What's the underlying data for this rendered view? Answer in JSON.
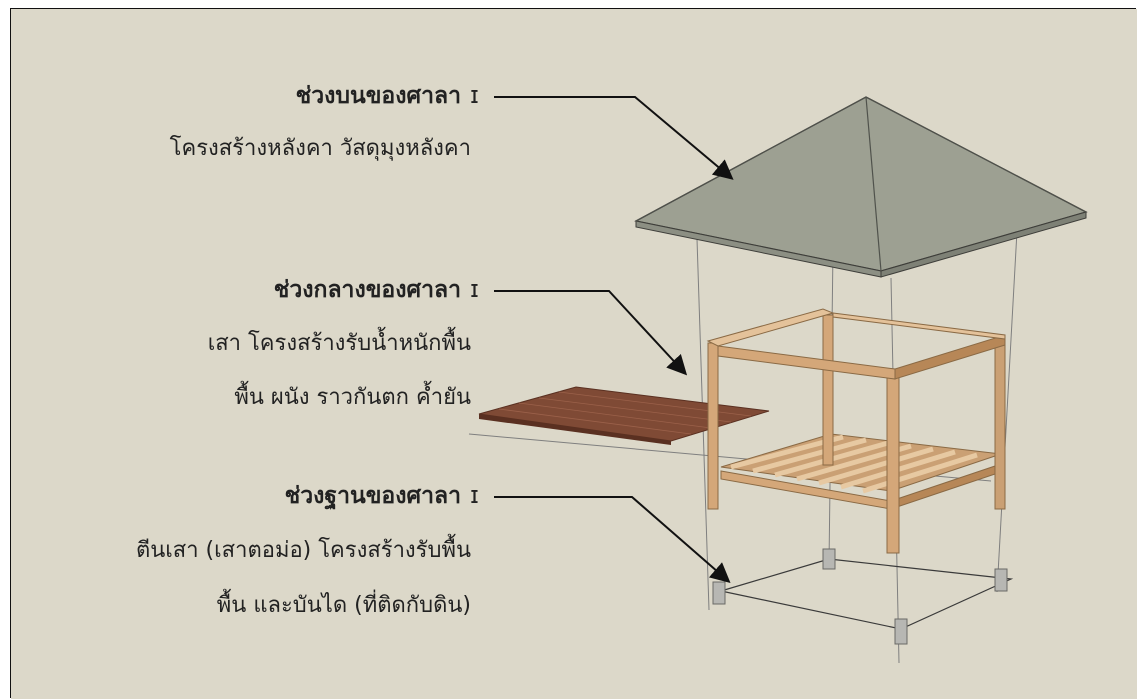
{
  "sections": [
    {
      "title": "ช่วงบนของศาลา",
      "lines": [
        "โครงสร้างหลังคา  วัสดุมุงหลังคา"
      ]
    },
    {
      "title": "ช่วงกลางของศาลา",
      "lines": [
        "เสา โครงสร้างรับน้ำหนักพื้น",
        "พื้น  ผนัง ราวกันตก ค้ำยัน"
      ]
    },
    {
      "title": "ช่วงฐานของศาลา",
      "lines": [
        "ตีนเสา (เสาตอม่อ)  โครงสร้างรับพื้น",
        "พื้น  และบันได (ที่ติดกับดิน)"
      ]
    }
  ],
  "colors": {
    "background": "#dcd8c9",
    "roof": "#9da092",
    "roof_edge": "#8c8f83",
    "wood": "#d4a779",
    "wood_dark": "#b78757",
    "brick": "#7f4a35",
    "line": "#2a2a2a"
  }
}
